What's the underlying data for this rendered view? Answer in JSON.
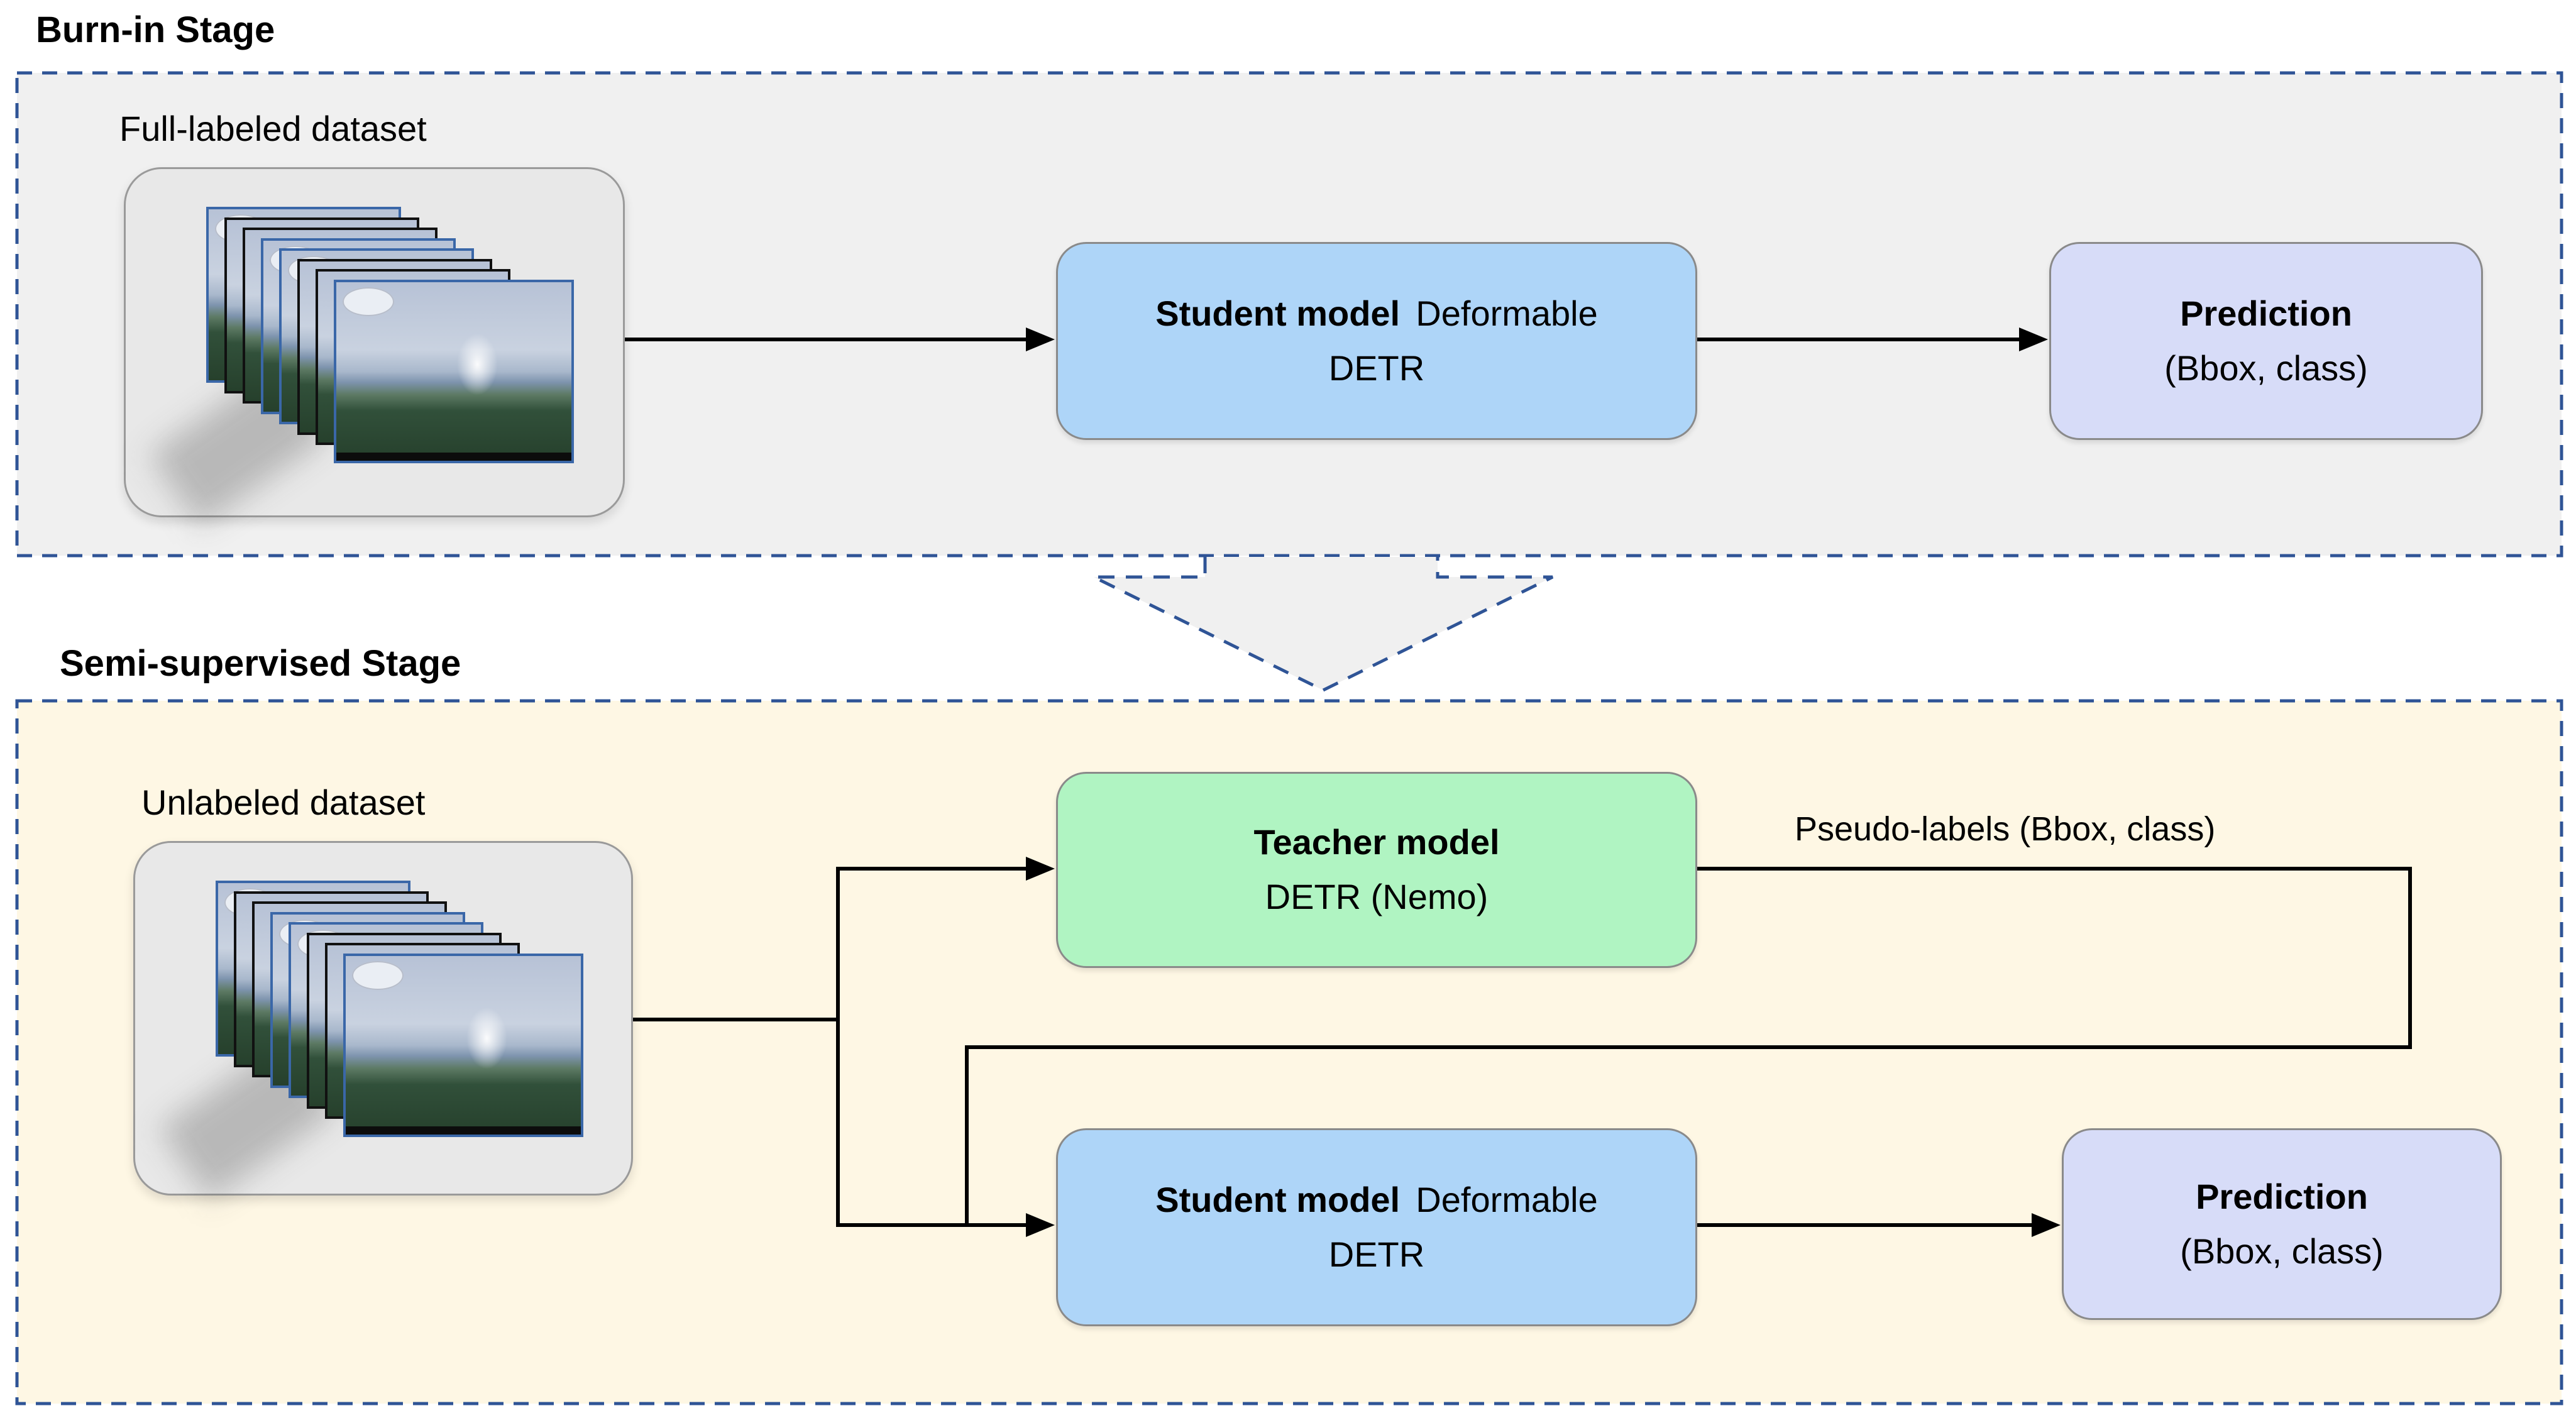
{
  "burn_in": {
    "title": "Burn-in Stage",
    "dataset_label": "Full-labeled dataset",
    "student": {
      "bold": "Student model",
      "rest": "Deformable",
      "line2": "DETR"
    },
    "prediction": {
      "bold": "Prediction",
      "line2": "(Bbox, class)"
    }
  },
  "semi": {
    "title": "Semi-supervised Stage",
    "dataset_label": "Unlabeled dataset",
    "teacher": {
      "bold": "Teacher model",
      "line2": "DETR (Nemo)"
    },
    "pseudo_label": "Pseudo-labels (Bbox, class)",
    "student": {
      "bold": "Student model",
      "rest": "Deformable",
      "line2": "DETR"
    },
    "prediction": {
      "bold": "Prediction",
      "line2": "(Bbox, class)"
    }
  },
  "colors": {
    "dashed_border": "#2F5496",
    "stage1_fill": "#F0F0F0",
    "stage2_fill": "#FEF7E4",
    "student_fill": "#AED5F8",
    "teacher_fill": "#B0F4C2",
    "prediction_fill": "#D7DCF8",
    "line_color": "#000000",
    "box_border": "#8A8A8A"
  }
}
